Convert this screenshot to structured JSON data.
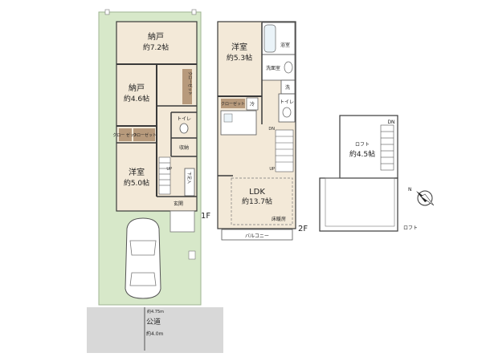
{
  "floor1": {
    "label": "1F",
    "rooms": {
      "storage_a_name": "納戸",
      "storage_a_area": "約7.2帖",
      "storage_b_name": "納戸",
      "storage_b_area": "約4.6帖",
      "western_name": "洋室",
      "western_area": "約5.0帖",
      "closet_vertical": "クローゼット",
      "closet_small": "クロー ゼット",
      "closet_mid": "クローゼット",
      "toilet": "トイレ",
      "storage": "収納",
      "entrance": "玄関",
      "shoe_storage": "下足入",
      "up": "UP"
    }
  },
  "floor2": {
    "label": "2F",
    "rooms": {
      "western_name": "洋室",
      "western_area": "約5.3帖",
      "bathroom": "浴室",
      "washroom": "洗面室",
      "washer": "洗",
      "closet": "クローゼット",
      "fridge": "冷",
      "toilet": "トイレ",
      "ldk_name": "LDK",
      "ldk_area": "約13.7帖",
      "floor_heating": "床暖房",
      "balcony": "バルコニー",
      "dn": "DN",
      "up": "UP"
    }
  },
  "loft": {
    "name": "ロフト",
    "area": "約4.5帖",
    "dn": "DN",
    "label": "ロフト"
  },
  "road": {
    "width_top": "約4.75m",
    "name": "公道",
    "width": "約4.0m"
  },
  "compass": {
    "north": "N"
  },
  "colors": {
    "yard": "#d7e8c9",
    "floor": "#f3e9d8",
    "road": "#d8d8d8",
    "wall": "#3a3a3a",
    "closet_band": "#b79a7c"
  }
}
